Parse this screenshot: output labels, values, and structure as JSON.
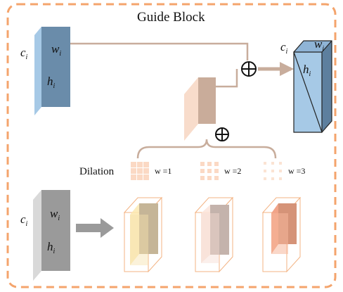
{
  "title": "Guide Block",
  "cubes": {
    "top_left": {
      "c": "c",
      "w": "w",
      "h": "h",
      "sub": "i"
    },
    "top_right": {
      "c": "c",
      "w": "w",
      "h": "h",
      "sub": "i"
    },
    "bottom_left": {
      "c": "c",
      "w": "w",
      "h": "h",
      "sub": "i"
    }
  },
  "dilation": {
    "label": "Dilation",
    "rates": [
      {
        "text": "w =1"
      },
      {
        "text": "w =2"
      },
      {
        "text": "w =3"
      }
    ]
  },
  "colors": {
    "border": "#f4a46c",
    "connector": "#c8ad9c",
    "blue_front": "#6a8caa",
    "blue_side": "#a6c9e6",
    "gray_front": "#9a9a9a",
    "gray_side": "#d9d9d9",
    "peach_front": "#c9ac9a",
    "peach_side": "#f8dccb",
    "conv_outline": "#f3b383"
  }
}
